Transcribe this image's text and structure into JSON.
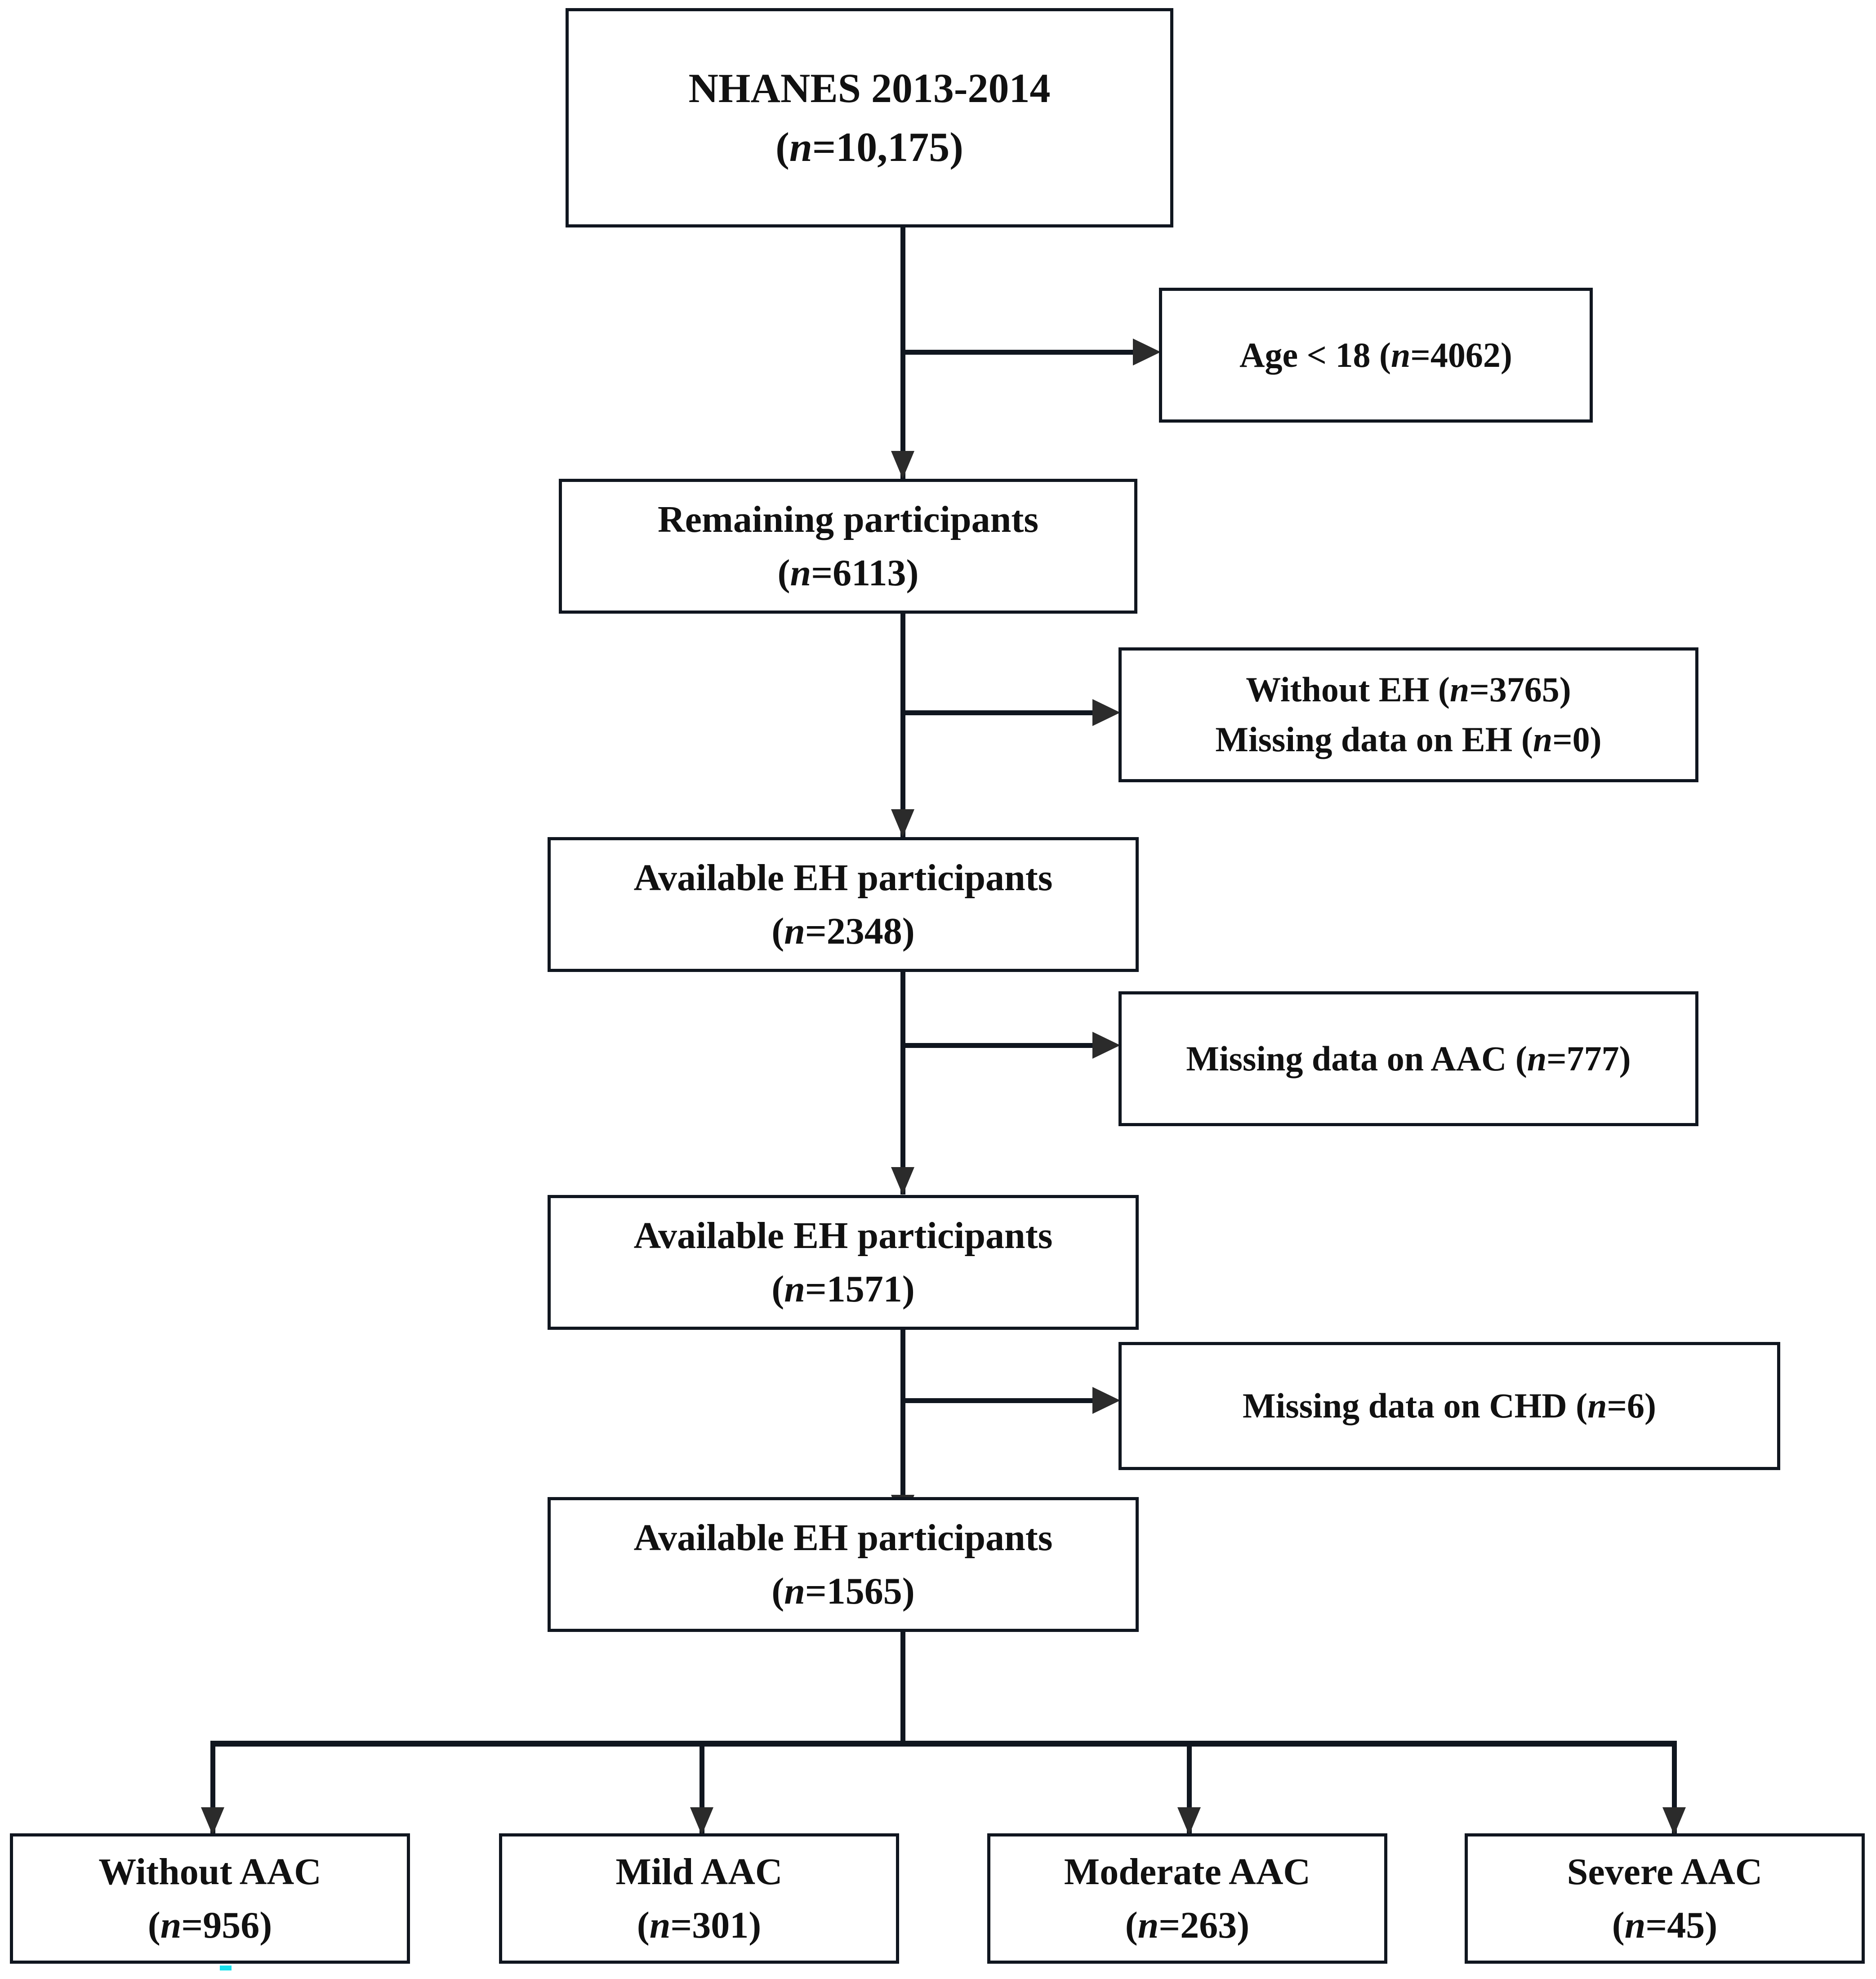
{
  "diagram": {
    "title": "NHANES study participant selection flowchart",
    "type": "flowchart",
    "line_color": "#10161f",
    "arrow_color": "#2b2b2b",
    "background": "#ffffff",
    "artifact_color": "#19e0ec"
  },
  "nodes": {
    "source": {
      "line1": "NHANES 2013-2014",
      "line2_prefix": "(",
      "line2_italic": "n",
      "line2_suffix": "=10,175)"
    },
    "exclude_age": {
      "line1_prefix": "Age < 18 (",
      "line1_italic": "n",
      "line1_suffix": "=4062)"
    },
    "remaining": {
      "line1": "Remaining participants",
      "line2_prefix": "(",
      "line2_italic": "n",
      "line2_suffix": "=6113)"
    },
    "exclude_eh": {
      "line1_prefix": "Without EH (",
      "line1_italic": "n",
      "line1_suffix": "=3765)",
      "line2_prefix": "Missing data on EH (",
      "line2_italic": "n",
      "line2_suffix": "=0)"
    },
    "eh_2348": {
      "line1": "Available EH participants",
      "line2_prefix": "(",
      "line2_italic": "n",
      "line2_suffix": "=2348)"
    },
    "exclude_aac": {
      "line1_prefix": "Missing data on AAC (",
      "line1_italic": "n",
      "line1_suffix": "=777)"
    },
    "eh_1571": {
      "line1": "Available EH participants",
      "line2_prefix": "(",
      "line2_italic": "n",
      "line2_suffix": "=1571)"
    },
    "exclude_chd": {
      "line1_prefix": "Missing data on CHD (",
      "line1_italic": "n",
      "line1_suffix": "=6)"
    },
    "eh_1565": {
      "line1": "Available EH participants",
      "line2_prefix": "(",
      "line2_italic": "n",
      "line2_suffix": "=1565)"
    },
    "without_aac": {
      "line1": "Without AAC",
      "line2_prefix": "(",
      "line2_italic": "n",
      "line2_suffix": "=956)"
    },
    "mild_aac": {
      "line1": "Mild AAC",
      "line2_prefix": "(",
      "line2_italic": "n",
      "line2_suffix": "=301)"
    },
    "moderate_aac": {
      "line1": "Moderate AAC",
      "line2_prefix": "(",
      "line2_italic": "n",
      "line2_suffix": "=263)"
    },
    "severe_aac": {
      "line1": "Severe AAC",
      "line2_prefix": "(",
      "line2_italic": "n",
      "line2_suffix": "=45)"
    }
  },
  "chart_data": {
    "type": "flow",
    "title": "NHANES 2013-2014 participant selection",
    "steps": [
      {
        "label": "NHANES 2013-2014",
        "n": 10175
      },
      {
        "label": "Age < 18 excluded",
        "n": 4062,
        "kind": "exclusion"
      },
      {
        "label": "Remaining participants",
        "n": 6113
      },
      {
        "label": "Without EH excluded",
        "n": 3765,
        "kind": "exclusion"
      },
      {
        "label": "Missing data on EH excluded",
        "n": 0,
        "kind": "exclusion"
      },
      {
        "label": "Available EH participants",
        "n": 2348
      },
      {
        "label": "Missing data on AAC excluded",
        "n": 777,
        "kind": "exclusion"
      },
      {
        "label": "Available EH participants",
        "n": 1571
      },
      {
        "label": "Missing data on CHD excluded",
        "n": 6,
        "kind": "exclusion"
      },
      {
        "label": "Available EH participants",
        "n": 1565
      }
    ],
    "final_groups": [
      {
        "label": "Without AAC",
        "n": 956
      },
      {
        "label": "Mild AAC",
        "n": 301
      },
      {
        "label": "Moderate AAC",
        "n": 263
      },
      {
        "label": "Severe AAC",
        "n": 45
      }
    ]
  }
}
